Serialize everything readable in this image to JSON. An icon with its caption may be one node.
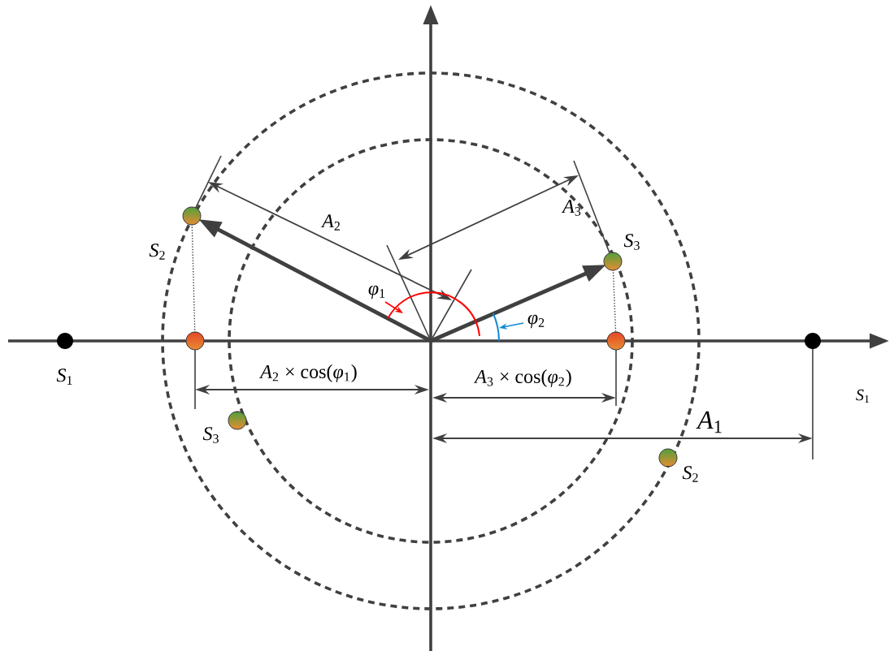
{
  "diagram": {
    "labels": [
      "*S*$_{2}$",
      "*A*$_{3}$",
      "*A*$_{2}$",
      "*S*$_{3}$",
      "*φ*$_{1}$",
      "*φ*$_{2}$",
      "*S*$_{1}$",
      "*A*$_{2}$ × cos(*φ*$_{1}$)",
      "*A*$_{3}$ × cos(*φ*$_{2}$)",
      "*S*$_{1}$",
      "*S*$_{3}$",
      "*A*$_{1}$",
      "*S*$_{2}$"
    ]
  }
}
